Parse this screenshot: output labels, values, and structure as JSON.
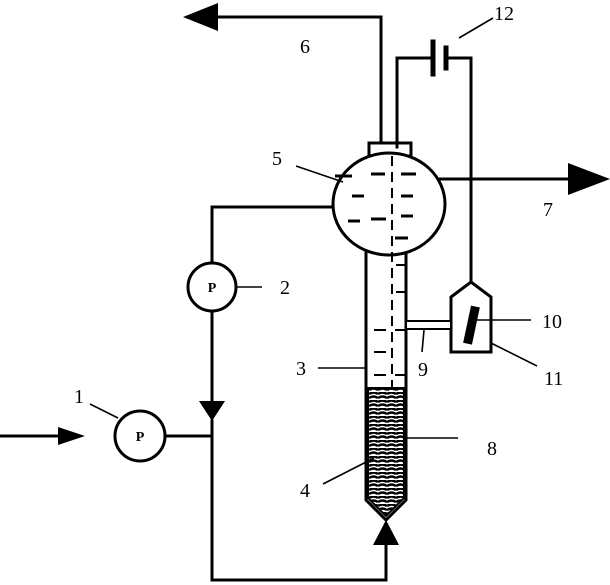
{
  "labels": {
    "n1": "1",
    "n2": "2",
    "n3": "3",
    "n4": "4",
    "n5": "5",
    "n6": "6",
    "n7": "7",
    "n8": "8",
    "n9": "9",
    "n10": "10",
    "n11": "11",
    "n12": "12"
  },
  "pumps": {
    "pump_1": "P",
    "pump_2": "P"
  },
  "colors": {
    "ink": "#000000",
    "background": "#ffffff"
  }
}
